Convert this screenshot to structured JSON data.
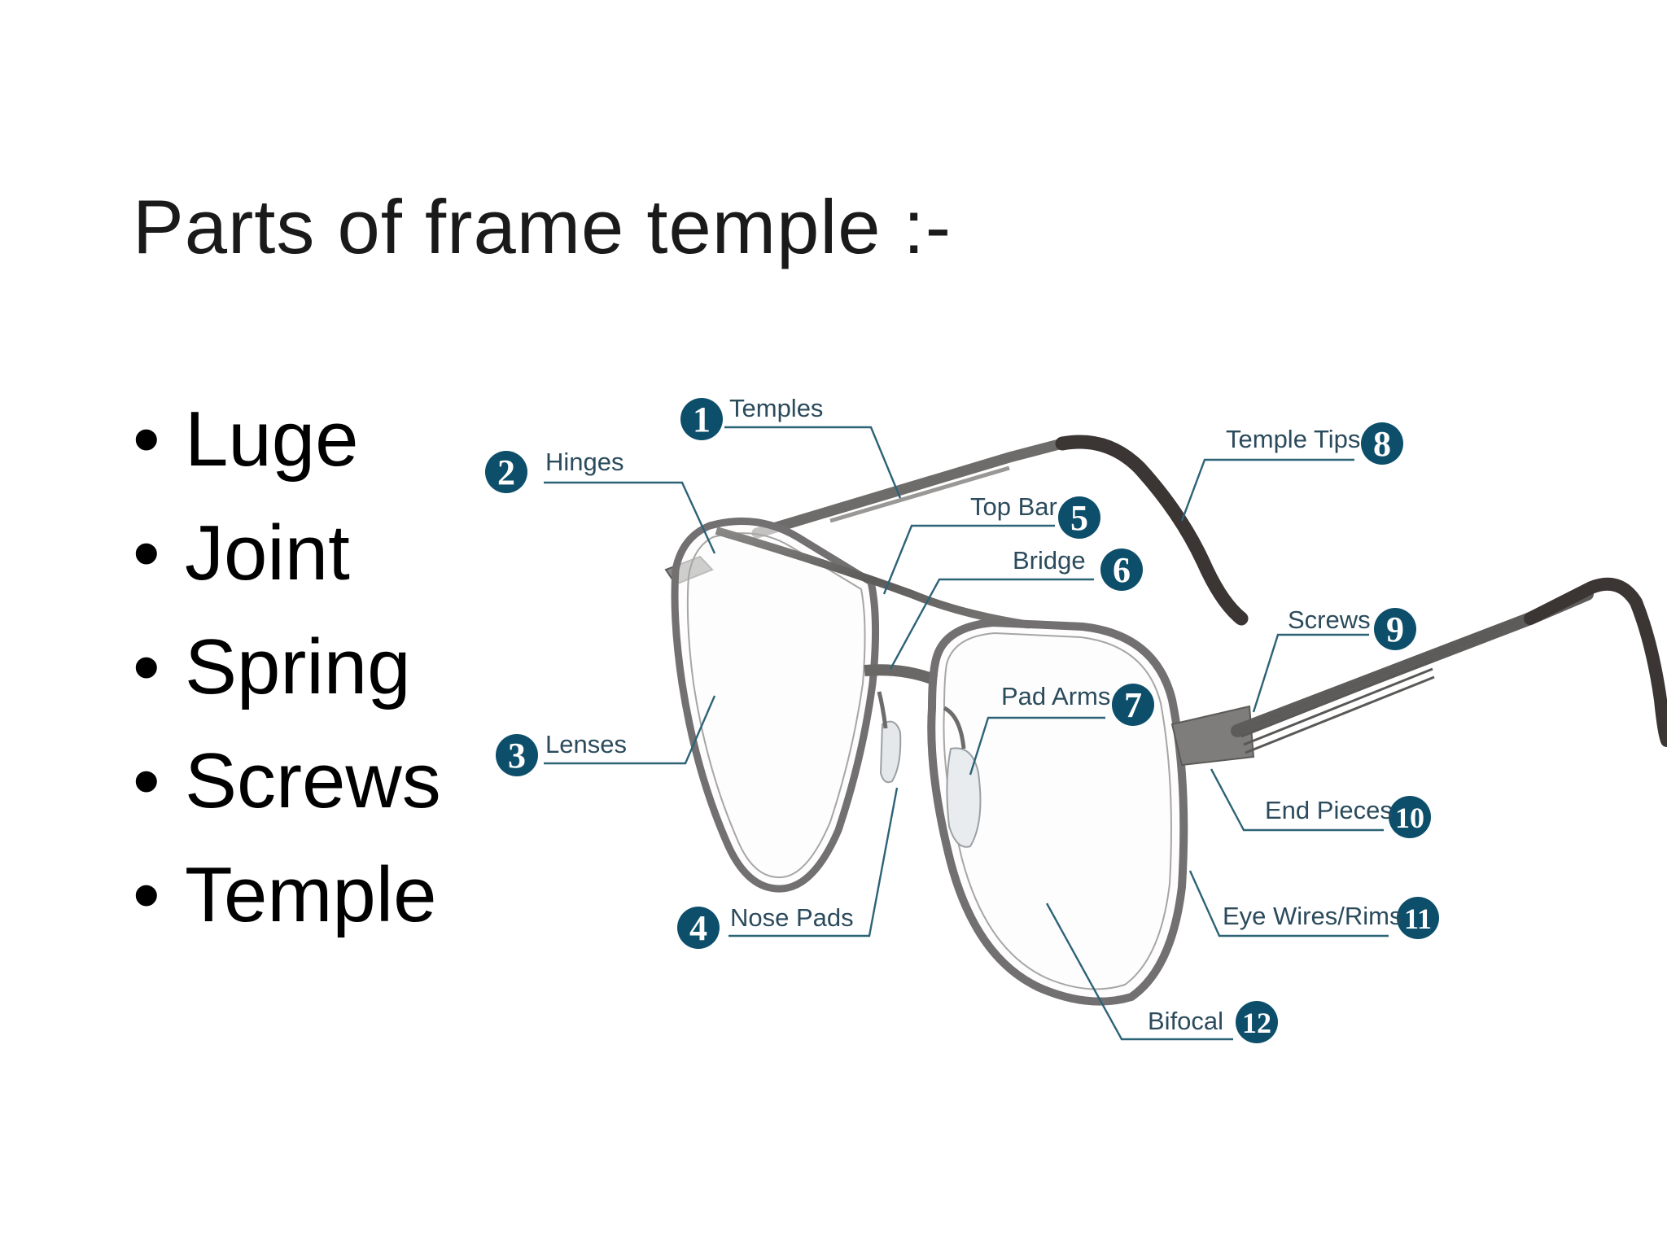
{
  "slide": {
    "title": "Parts of frame temple :-",
    "bullets": [
      "Luge",
      "Joint",
      "Spring",
      "Screws",
      "Temple"
    ]
  },
  "diagram": {
    "accent_color": "#0d4f6b",
    "callouts": [
      {
        "number": "1",
        "label": "Temples"
      },
      {
        "number": "2",
        "label": "Hinges"
      },
      {
        "number": "3",
        "label": "Lenses"
      },
      {
        "number": "4",
        "label": "Nose Pads"
      },
      {
        "number": "5",
        "label": "Top Bar"
      },
      {
        "number": "6",
        "label": "Bridge"
      },
      {
        "number": "7",
        "label": "Pad Arms"
      },
      {
        "number": "8",
        "label": "Temple Tips"
      },
      {
        "number": "9",
        "label": "Screws"
      },
      {
        "number": "10",
        "label": "End Pieces"
      },
      {
        "number": "11",
        "label": "Eye Wires/Rims"
      },
      {
        "number": "12",
        "label": "Bifocal"
      }
    ]
  }
}
